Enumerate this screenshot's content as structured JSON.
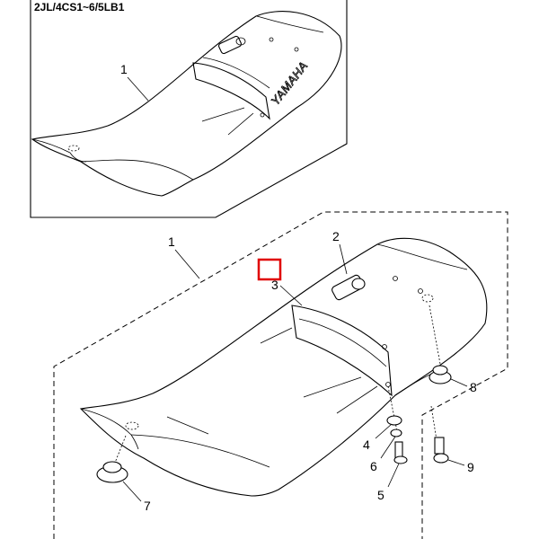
{
  "inset": {
    "model_code": "2JL/4CS1~6/5LB1",
    "callout_1": "1",
    "brand_text": "YAMAHA"
  },
  "main": {
    "callouts": {
      "c1": "1",
      "c2": "2",
      "c3": "3",
      "c4": "4",
      "c5": "5",
      "c6": "6",
      "c7": "7",
      "c8": "8",
      "c9": "9"
    }
  },
  "colors": {
    "line": "#000000",
    "background": "#ffffff",
    "highlight": "#e00000"
  }
}
